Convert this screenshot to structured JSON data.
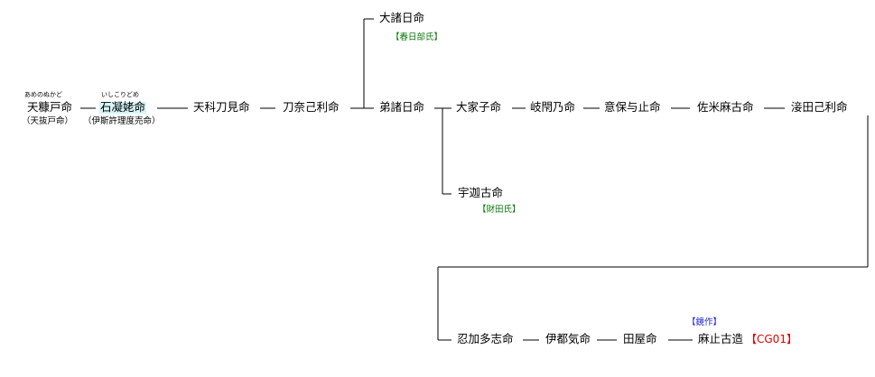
{
  "persons": {
    "amenonukado": {
      "name": "天糠戸命",
      "ruby": "あめのぬかど",
      "alias": "（天抜戸命）"
    },
    "ishikoridome": {
      "name": "石凝姥命",
      "ruby": "いしこりどめ",
      "alias": "（伊斯許理度売命）"
    },
    "p_ameshina": {
      "name": "天科刀見命"
    },
    "p_tonako": {
      "name": "刀奈己利命"
    },
    "p_omoro": {
      "name": "大諸日命",
      "clan": "【春日部氏】"
    },
    "p_otomoro": {
      "name": "弟諸日命"
    },
    "p_oyake": {
      "name": "大家子命"
    },
    "p_kinoto": {
      "name": "岐閇乃命"
    },
    "p_ohoyo": {
      "name": "意保与止命"
    },
    "p_samema": {
      "name": "佐米麻古命"
    },
    "p_tada": {
      "name": "淁田己利命"
    },
    "p_ukako": {
      "name": "宇迦古命",
      "clan": "【財田氏】"
    },
    "p_oshika": {
      "name": "忍加多志命"
    },
    "p_izuke": {
      "name": "伊都気命"
    },
    "p_taya": {
      "name": "田屋命"
    },
    "p_mashiko": {
      "name": "麻止古造",
      "note": "【鏡作】",
      "code": "【CG01】"
    }
  },
  "colors": {
    "clan": "#0a7a0a",
    "note": "#1f1fcc",
    "code": "#e00000",
    "highlight": "#d4f4f8"
  }
}
